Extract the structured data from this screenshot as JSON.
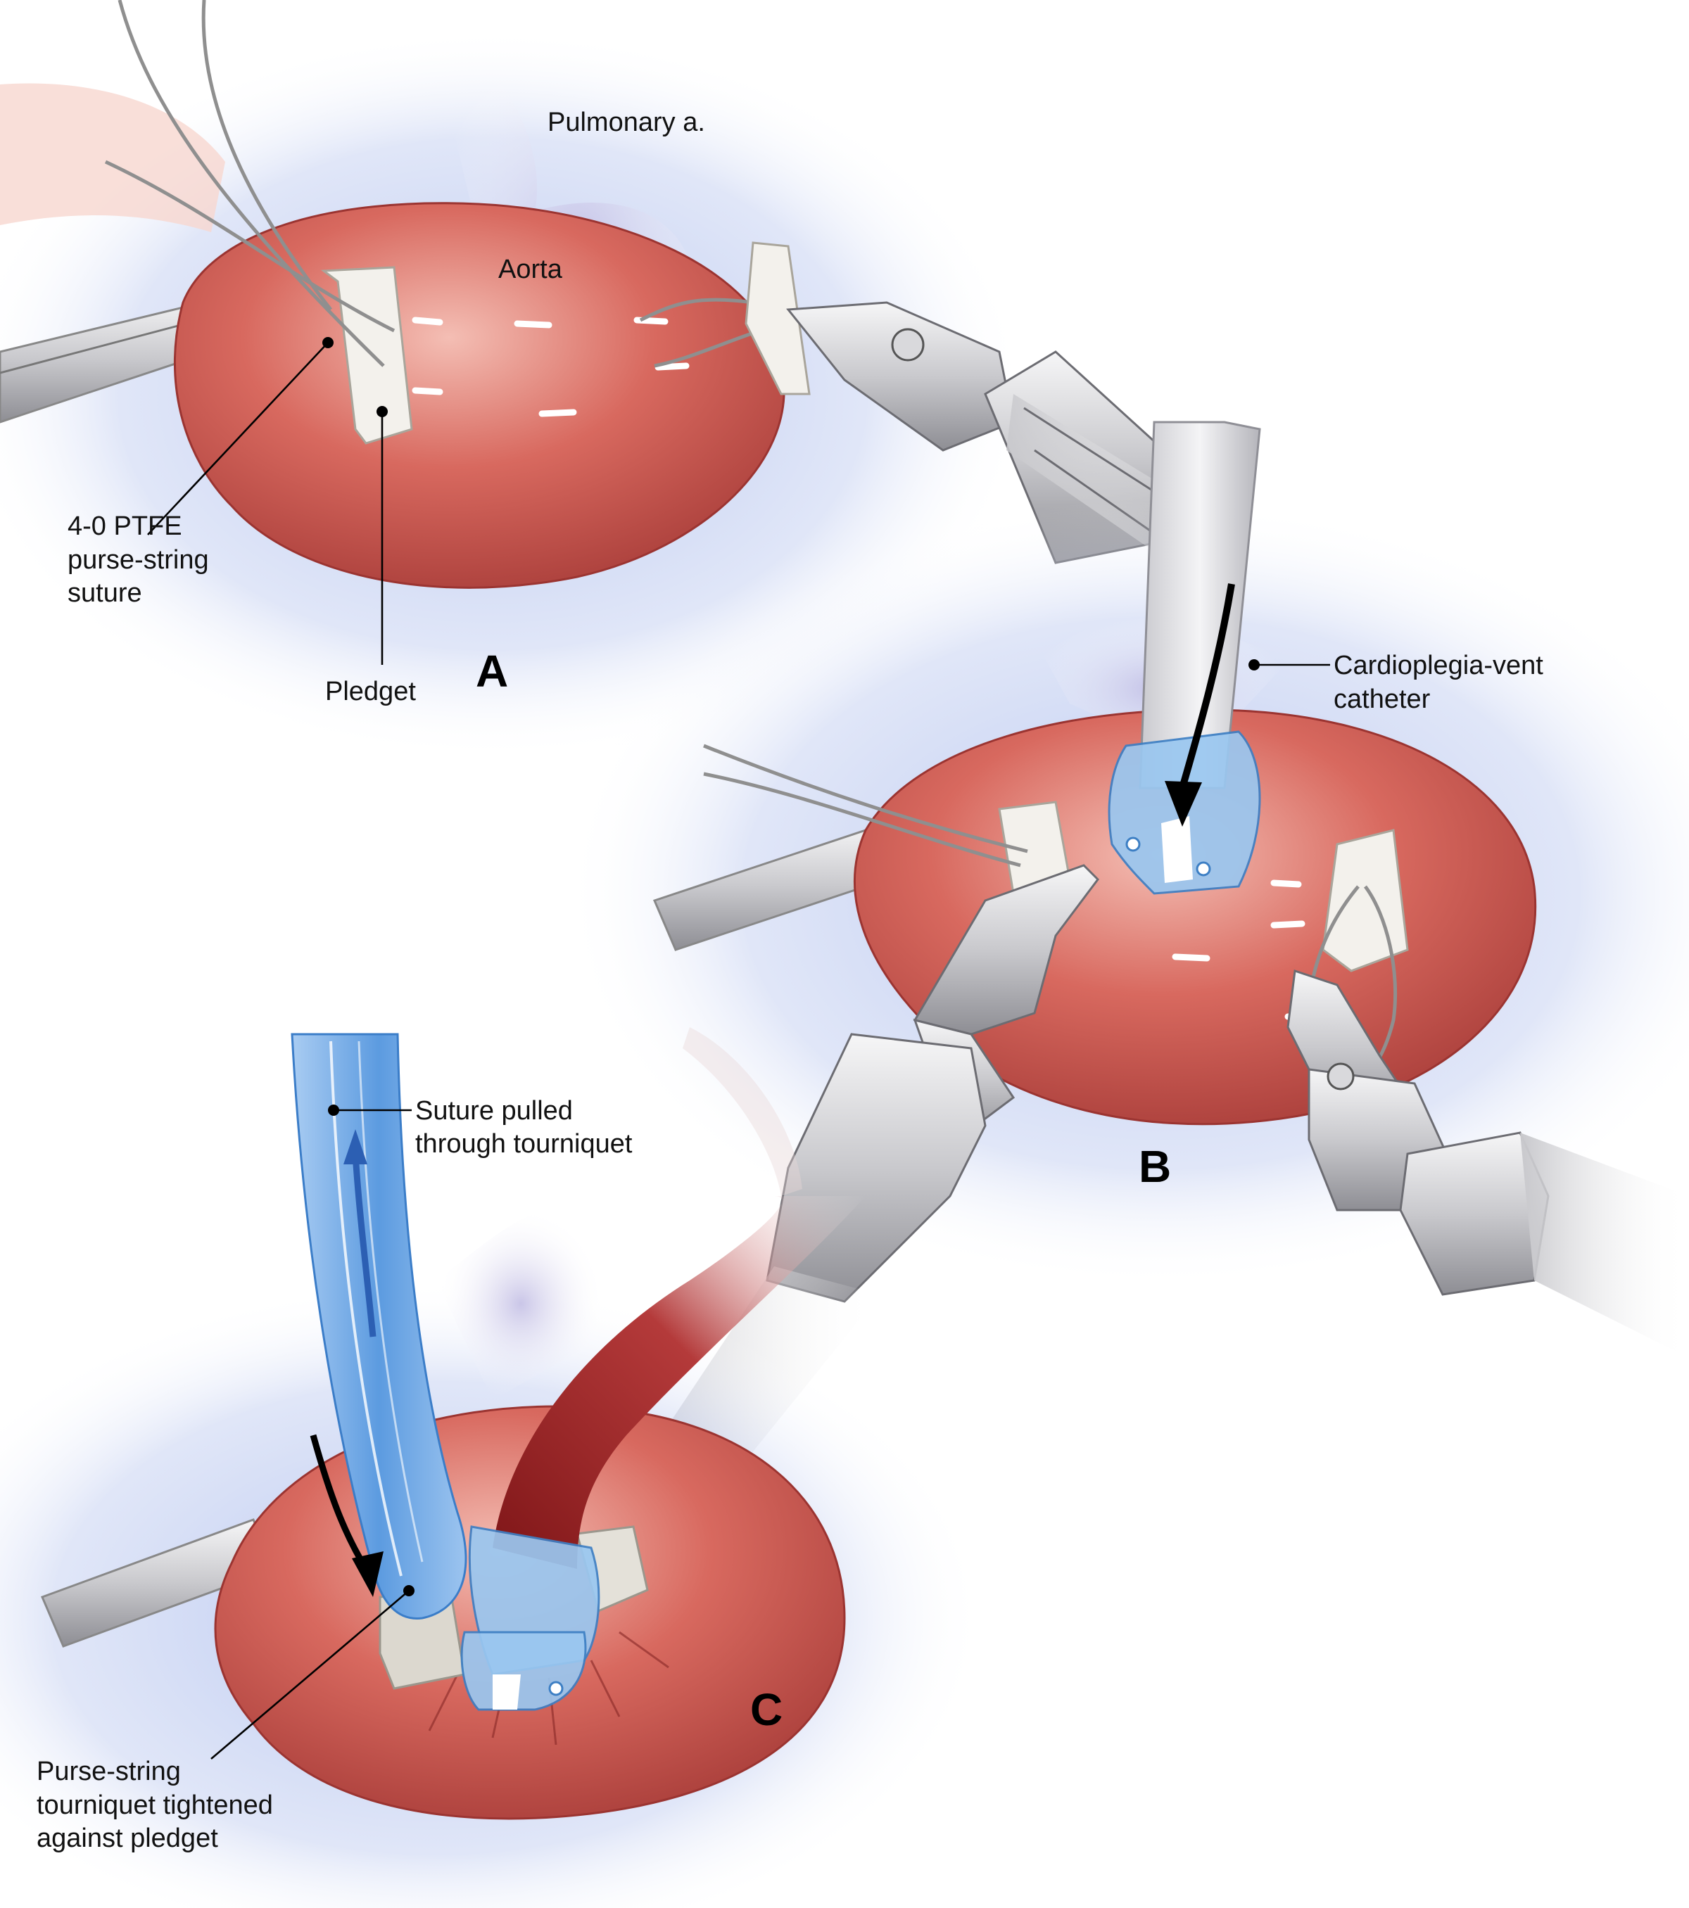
{
  "labels": {
    "pulmonary": "Pulmonary a.",
    "aorta": "Aorta",
    "ptfe": [
      "4-0 PTFE",
      "purse-string",
      "suture"
    ],
    "pledget": "Pledget",
    "cardioplegia": [
      "Cardioplegia-vent",
      "catheter"
    ],
    "suture_pulled": [
      "Suture pulled",
      "through tourniquet"
    ],
    "purse_string": [
      "Purse-string",
      "tourniquet tightened",
      "against pledget"
    ]
  },
  "panels": {
    "a": "A",
    "b": "B",
    "c": "C"
  },
  "colors": {
    "aorta": "#d2615a",
    "aorta_dark": "#a83a38",
    "aorta_light": "#f1b1a8",
    "vessel_blue": "#b7c6ee",
    "pulmonary": "#c9c6e6",
    "instrument": "#d9d9dc",
    "cannula_blue": "#8fc0ee",
    "tourniquet_blue": "#4f90de",
    "catheter_red": "#8e1a1c",
    "pledget": "#f1efea",
    "suture": "#9a9a9a"
  }
}
